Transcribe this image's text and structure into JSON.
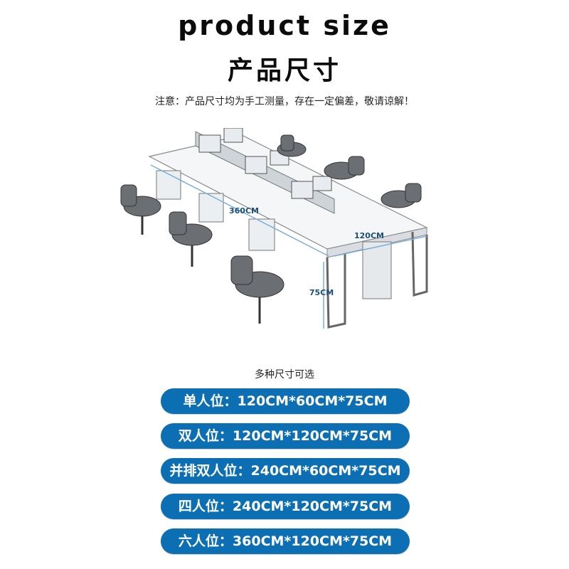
{
  "header": {
    "title_en": "product size",
    "title_cn": "产品尺寸",
    "notice": "注意：产品尺寸均为手工测量，存在一定偏差，敬请谅解！"
  },
  "illustration": {
    "dim_length": "360CM",
    "dim_depth": "120CM",
    "dim_height": "75CM",
    "line_color": "#7ab0d8"
  },
  "options": {
    "label": "多种尺寸可选",
    "items": [
      "单人位：120CM*60CM*75CM",
      "双人位：120CM*120CM*75CM",
      "并排双人位：240CM*60CM*75CM",
      "四人位：240CM*120CM*75CM",
      "六人位：360CM*120CM*75CM"
    ],
    "pill_color": "#0d6fb3"
  }
}
